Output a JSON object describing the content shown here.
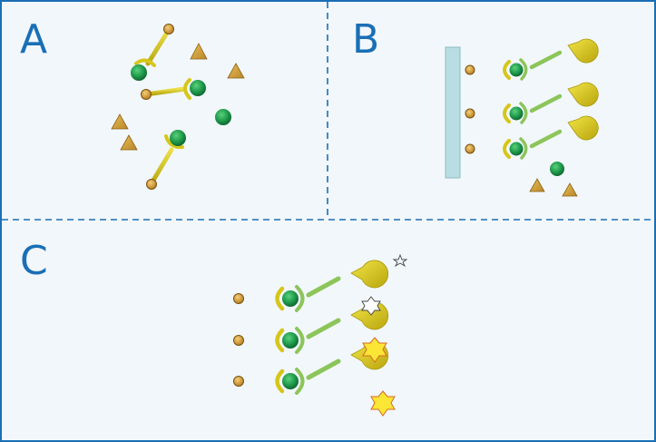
{
  "panels": [
    {
      "id": "A",
      "label": "A"
    },
    {
      "id": "B",
      "label": "B"
    },
    {
      "id": "C",
      "label": "C"
    }
  ],
  "colors": {
    "background": "#f2f7fb",
    "border": "#1a6fb5",
    "divider": "#1a6fb5",
    "label": "#1a6fb5",
    "linker": "#d6c619",
    "bead": "#e0a437",
    "green_ball": "#1f9a4c",
    "receptor": "#d8c216",
    "green_link": "#8cc55a",
    "triangle": "#d3a334",
    "surface": "#b8dde2",
    "star_fill": "#fbe635",
    "star_outline": "#d76a23"
  },
  "icons": [
    "tethered-bead-icon",
    "ligand-ball-icon",
    "triangle-molecule-icon",
    "pacman-receptor-icon",
    "star-analyte-icon",
    "surface-slab-icon"
  ]
}
